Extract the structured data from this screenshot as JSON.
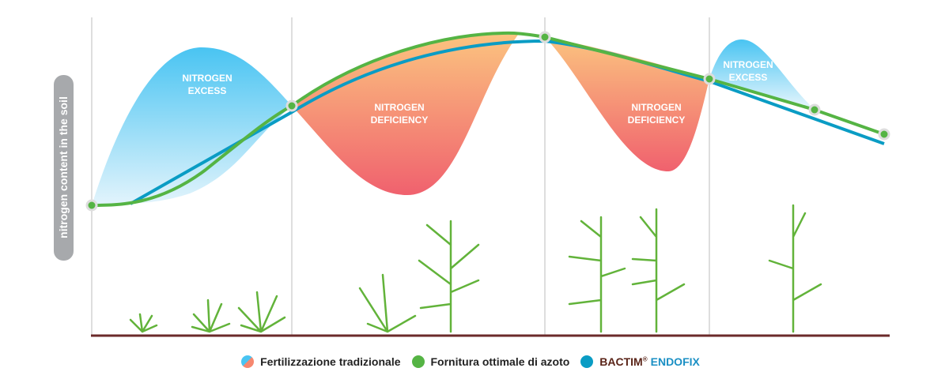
{
  "axis_label": "nitrogen content in the soil",
  "regions": [
    {
      "label1": "NITROGEN",
      "label2": "EXCESS"
    },
    {
      "label1": "NITROGEN",
      "label2": "DEFICIENCY"
    },
    {
      "label1": "NITROGEN",
      "label2": "DEFICIENCY"
    },
    {
      "label1": "NITROGEN",
      "label2": "EXCESS"
    }
  ],
  "legend": {
    "traditional": "Fertilizzazione tradizionale",
    "optimal": "Fornitura ottimale di azoto",
    "brand1": "BACTIM",
    "reg": "®",
    "brand2": "ENDOFIX"
  },
  "colors": {
    "green": "#55b444",
    "blue": "#0a9cc4",
    "baseline": "#6b2a2a",
    "excess": "#4cc6f2",
    "deficiency": "#f0626e"
  }
}
